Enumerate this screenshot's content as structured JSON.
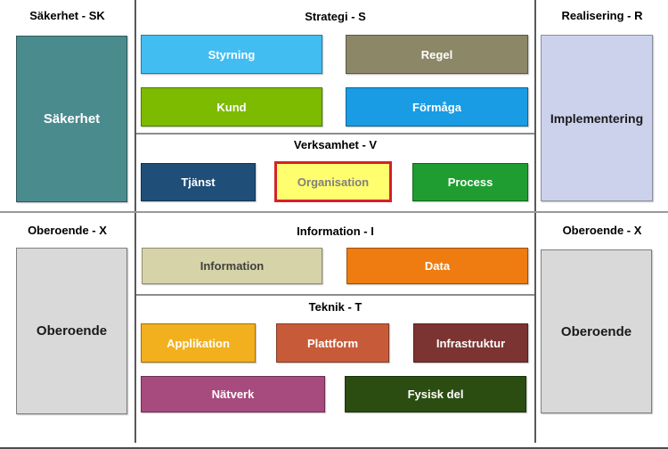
{
  "diagram": {
    "left_column": {
      "security": {
        "header": "Säkerhet - SK",
        "label": "Säkerhet",
        "bg": "#4A8B8E",
        "fg": "#FFFFFF"
      },
      "independent": {
        "header": "Oberoende - X",
        "label": "Oberoende",
        "bg": "#D9D9D9",
        "fg": "#1A1A1A"
      }
    },
    "middle_column": {
      "strategy": {
        "header": "Strategi - S",
        "styrning": {
          "label": "Styrning",
          "bg": "#41BDF2",
          "fg": "#FFFFFF"
        },
        "regel": {
          "label": "Regel",
          "bg": "#8C8766",
          "fg": "#FFFFFF"
        },
        "kund": {
          "label": "Kund",
          "bg": "#7CBB00",
          "fg": "#FFFFFF"
        },
        "formaga": {
          "label": "Förmåga",
          "bg": "#199CE4",
          "fg": "#FFFFFF"
        }
      },
      "business": {
        "header": "Verksamhet - V",
        "tjanst": {
          "label": "Tjänst",
          "bg": "#1F4E79",
          "fg": "#FFFFFF"
        },
        "organisation": {
          "label": "Organisation",
          "bg": "#FEFE6E",
          "fg": "#808080",
          "highlight_border": "#D62128"
        },
        "process": {
          "label": "Process",
          "bg": "#1F9D31",
          "fg": "#FFFFFF"
        }
      },
      "information": {
        "header": "Information - I",
        "information": {
          "label": "Information",
          "bg": "#D6D3A8",
          "fg": "#3F3F3F"
        },
        "data": {
          "label": "Data",
          "bg": "#EE7C10",
          "fg": "#FFFFFF"
        }
      },
      "technology": {
        "header": "Teknik - T",
        "applikation": {
          "label": "Applikation",
          "bg": "#F2B01E",
          "fg": "#FFFFFF"
        },
        "plattform": {
          "label": "Plattform",
          "bg": "#C75B39",
          "fg": "#FFFFFF"
        },
        "infrastruktur": {
          "label": "Infrastruktur",
          "bg": "#7B3431",
          "fg": "#FFFFFF"
        },
        "natverk": {
          "label": "Nätverk",
          "bg": "#A74A7D",
          "fg": "#FFFFFF"
        },
        "fysisk_del": {
          "label": "Fysisk del",
          "bg": "#2B4D12",
          "fg": "#FFFFFF"
        }
      }
    },
    "right_column": {
      "realisation": {
        "header": "Realisering - R",
        "label": "Implementering",
        "bg": "#CCD2EC",
        "fg": "#1A1A1A"
      },
      "independent": {
        "header": "Oberoende - X",
        "label": "Oberoende",
        "bg": "#D9D9D9",
        "fg": "#1A1A1A"
      }
    }
  }
}
